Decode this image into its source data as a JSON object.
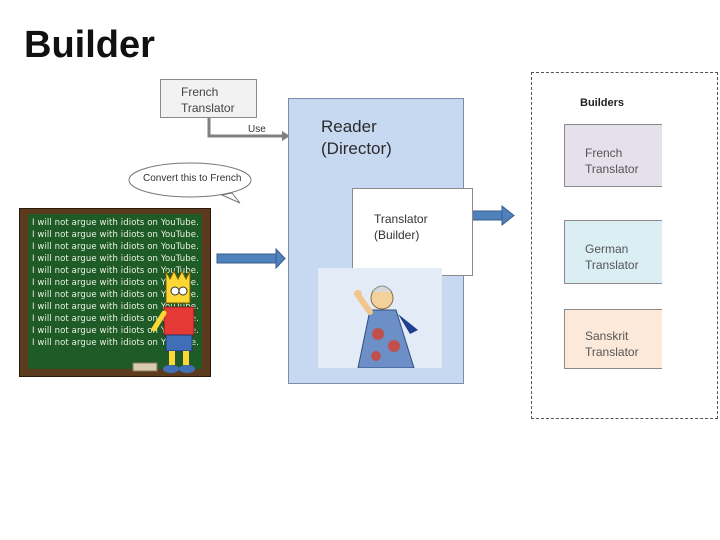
{
  "title": "Builder",
  "french_translator_top": {
    "line1": "French",
    "line2": "Translator"
  },
  "use_label": "Use",
  "speech_bubble": "Convert this to French",
  "reader": {
    "line1": "Reader",
    "line2": "(Director)"
  },
  "translator_builder": {
    "line1": "Translator",
    "line2": "(Builder)"
  },
  "builders": {
    "label": "Builders",
    "items": [
      {
        "line1": "French",
        "line2": "Translator"
      },
      {
        "line1": "German",
        "line2": "Translator"
      },
      {
        "line1": "Sanskrit",
        "line2": "Translator"
      }
    ]
  },
  "chalkboard_line": "I will not argue with idiots on YouTube.",
  "colors": {
    "reader_fill": "#c6d9f1",
    "arrow_blue": "#4f81bd",
    "french_fill": "#e6e0ec",
    "german_fill": "#dbeef4",
    "sanskrit_fill": "#fde9d9",
    "chalkboard": "#1f5b26"
  }
}
